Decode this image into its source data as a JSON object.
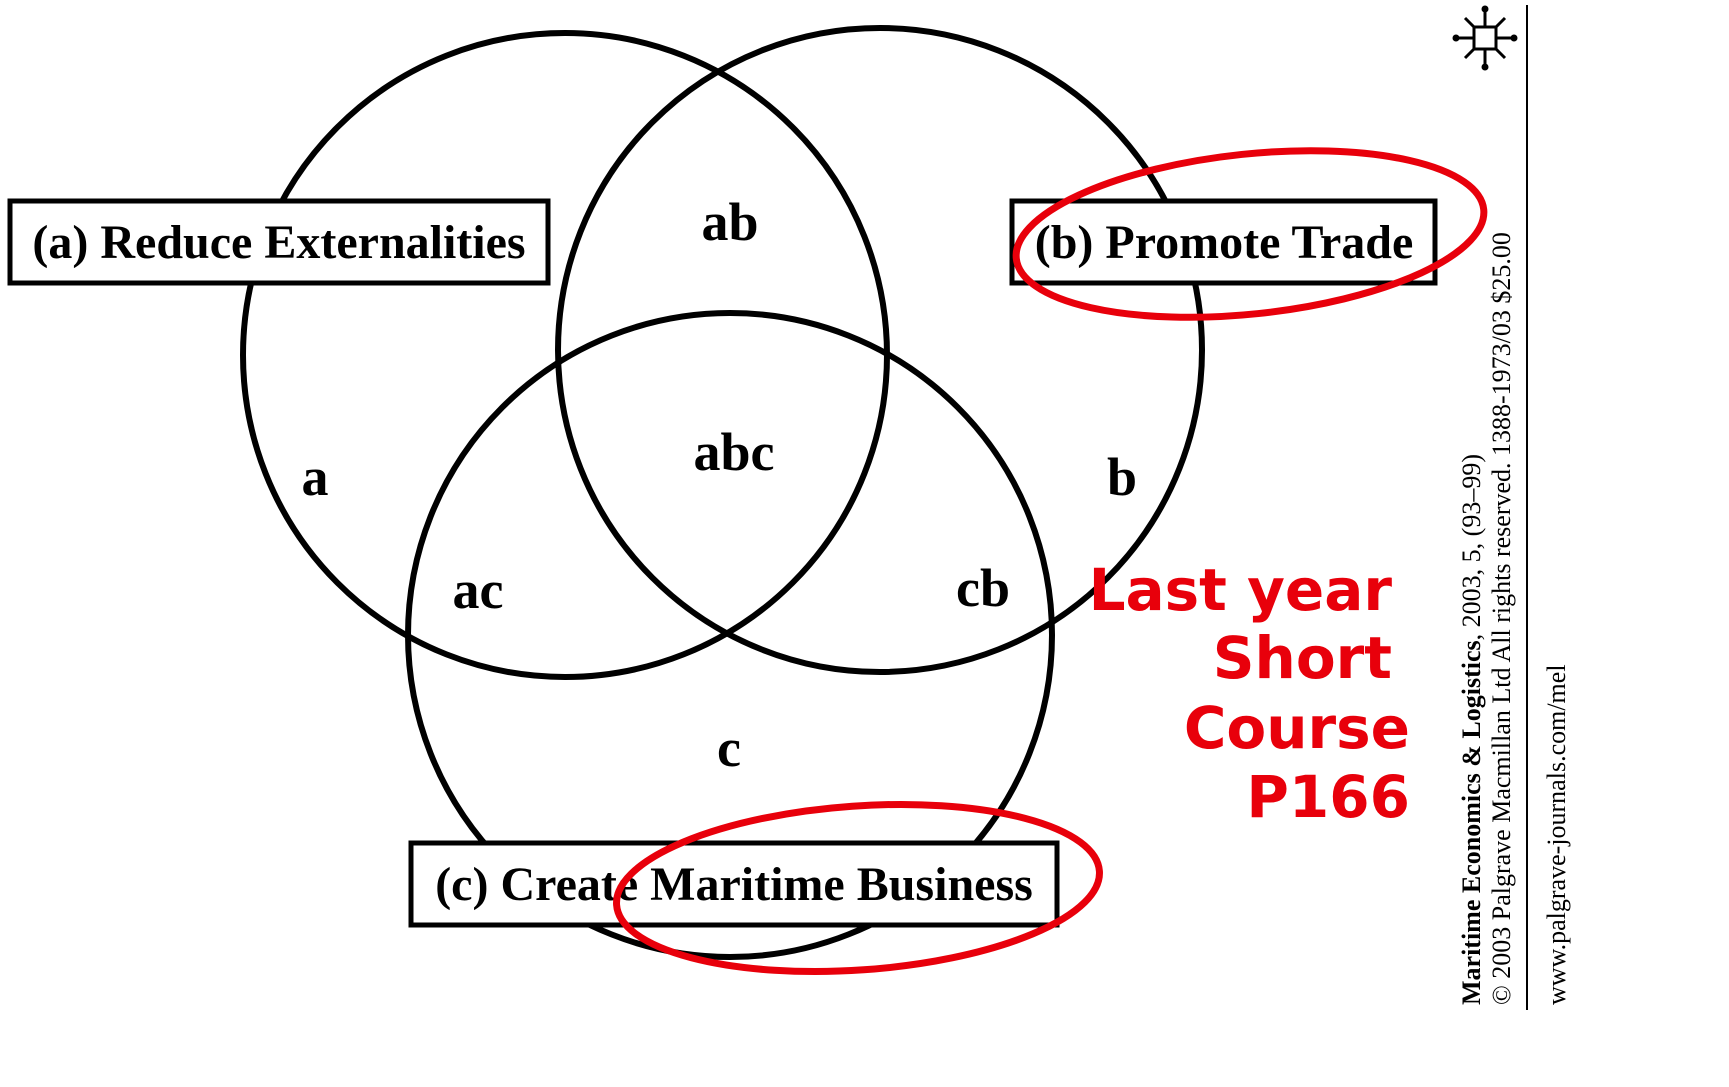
{
  "diagram": {
    "sets": {
      "a_label": "(a) Reduce Externalities",
      "b_label": "(b) Promote Trade",
      "c_label": "(c) Create Maritime Business"
    },
    "regions": {
      "a": "a",
      "b": "b",
      "c": "c",
      "ab": "ab",
      "ac": "ac",
      "cb": "cb",
      "abc": "abc"
    }
  },
  "annotation": {
    "lines": [
      "Last year",
      "Short",
      "Course",
      "P166"
    ],
    "color": "#e8000b"
  },
  "journal": {
    "citation_title": "Maritime Economics & Logistics",
    "citation_rest": ", 2003, 5, (93–99)",
    "copyright": "© 2003 Palgrave Macmillan Ltd All rights reserved. 1388-1973/03 $25.00",
    "url": "www.palgrave-journals.com/mel"
  },
  "logo": {
    "name": "publisher-logo-icon"
  }
}
